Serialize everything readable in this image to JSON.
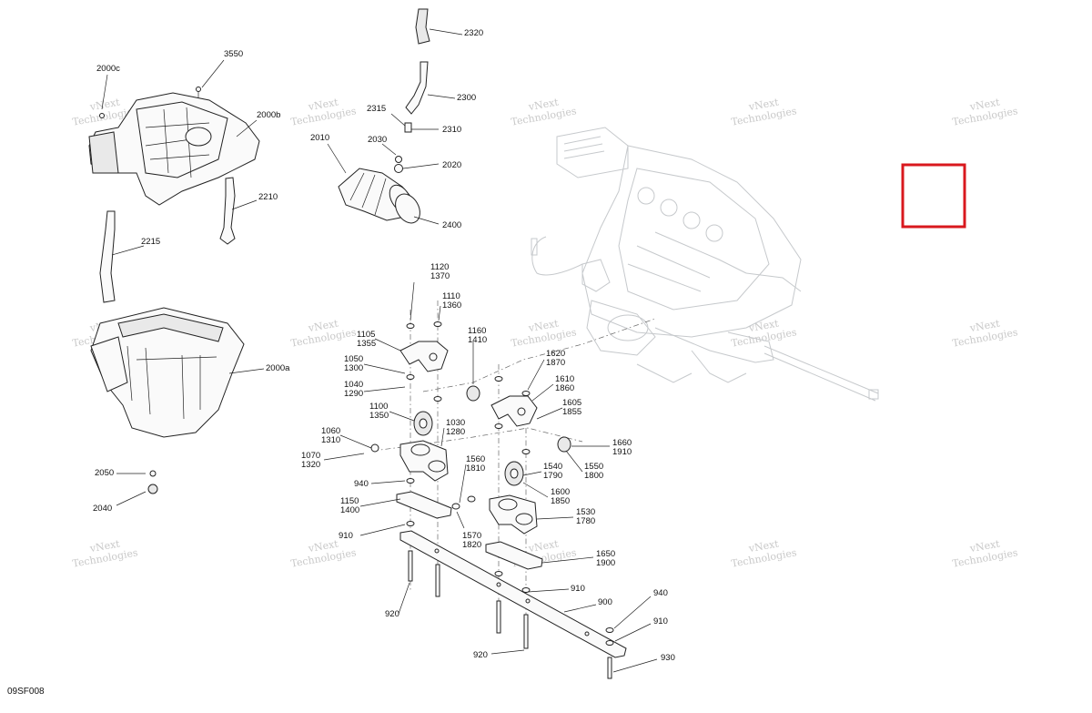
{
  "diagram": {
    "reference_code": "09SF008",
    "watermark_text": [
      "vNext",
      "Technologies"
    ],
    "highlight_color": "#d9181e",
    "callouts": [
      "2000c",
      "3550",
      "2000b",
      "2210",
      "2215",
      "2000a",
      "2050",
      "2040",
      "2320",
      "2300",
      "2315",
      "2310",
      "2010",
      "2030",
      "2020",
      "2400",
      "1120",
      "1370",
      "1110",
      "1360",
      "1105",
      "1355",
      "1160",
      "1410",
      "1050",
      "1300",
      "1040",
      "1290",
      "1620",
      "1870",
      "1610",
      "1860",
      "1100",
      "1350",
      "1030",
      "1280",
      "1605",
      "1855",
      "1060",
      "1310",
      "1070",
      "1320",
      "1660",
      "1910",
      "1560",
      "1810",
      "1540",
      "1790",
      "1550",
      "1800",
      "940",
      "1600",
      "1850",
      "1150",
      "1400",
      "1530",
      "1780",
      "910",
      "1570",
      "1820",
      "1650",
      "1900",
      "910",
      "900",
      "920",
      "940",
      "910",
      "920",
      "930"
    ]
  }
}
